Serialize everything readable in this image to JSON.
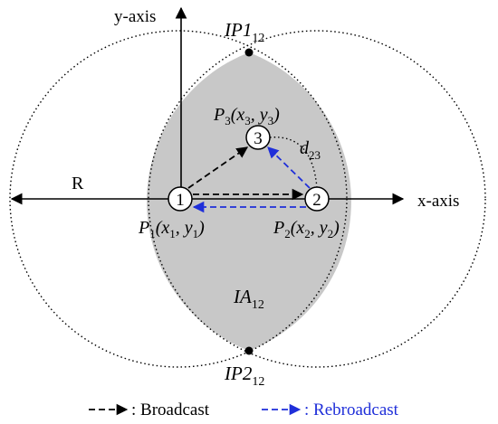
{
  "axes": {
    "x_label": "x-axis",
    "y_label": "y-axis"
  },
  "radius_label": "R",
  "nodes": [
    {
      "id": "1",
      "label_main": "P",
      "label_sub": "1",
      "label_coords_open": "(x",
      "label_coords_sub1": "1",
      "label_coords_mid": ", y",
      "label_coords_sub2": "1",
      "label_coords_close": ")"
    },
    {
      "id": "2",
      "label_main": "P",
      "label_sub": "2",
      "label_coords_open": "(x",
      "label_coords_sub1": "2",
      "label_coords_mid": ", y",
      "label_coords_sub2": "2",
      "label_coords_close": ")"
    },
    {
      "id": "3",
      "label_main": "P",
      "label_sub": "3",
      "label_coords_open": "(x",
      "label_coords_sub1": "3",
      "label_coords_mid": ", y",
      "label_coords_sub2": "3",
      "label_coords_close": ")"
    }
  ],
  "intersection_points": {
    "top": {
      "main": "IP1",
      "sub": "12"
    },
    "bottom": {
      "main": "IP2",
      "sub": "12"
    }
  },
  "intersection_area": {
    "main": "IA",
    "sub": "12"
  },
  "distance": {
    "main": "d",
    "sub": "23"
  },
  "legend": {
    "broadcast_label": ": Broadcast",
    "rebroadcast_label": ": Rebroadcast"
  },
  "colors": {
    "intersection_fill": "#c8c8c8",
    "broadcast": "#000000",
    "rebroadcast": "#1f2fd9"
  }
}
